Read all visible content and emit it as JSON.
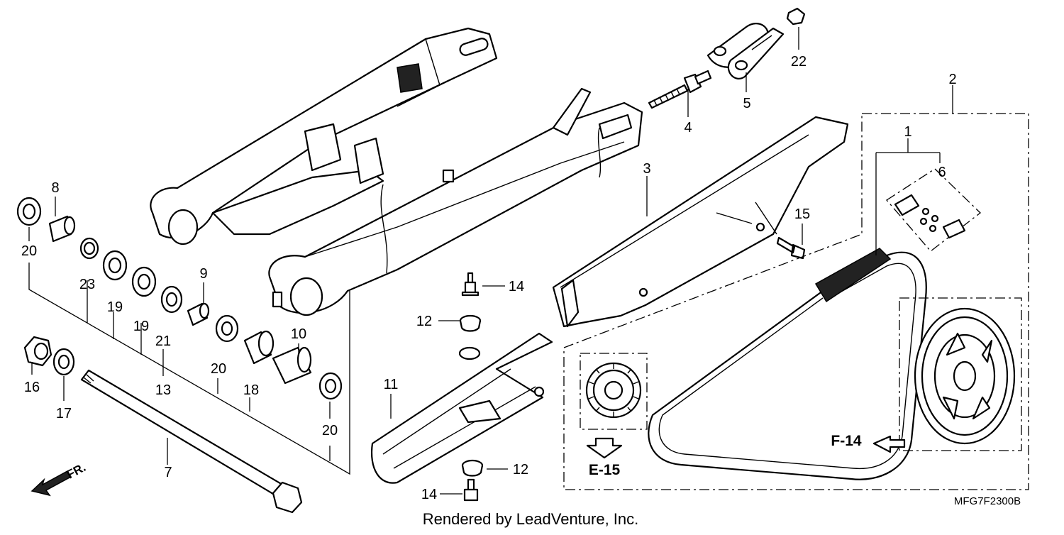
{
  "diagram": {
    "callouts": [
      "1",
      "2",
      "3",
      "4",
      "5",
      "6",
      "7",
      "8",
      "9",
      "10",
      "11",
      "12",
      "13",
      "14",
      "15",
      "16",
      "17",
      "18",
      "19",
      "20",
      "21",
      "22",
      "23"
    ],
    "references": {
      "e15": "E-15",
      "f14": "F-14"
    },
    "front_marker": "FR.",
    "diagram_code": "MFG7F2300B",
    "footer": "Rendered by LeadVenture, Inc."
  }
}
